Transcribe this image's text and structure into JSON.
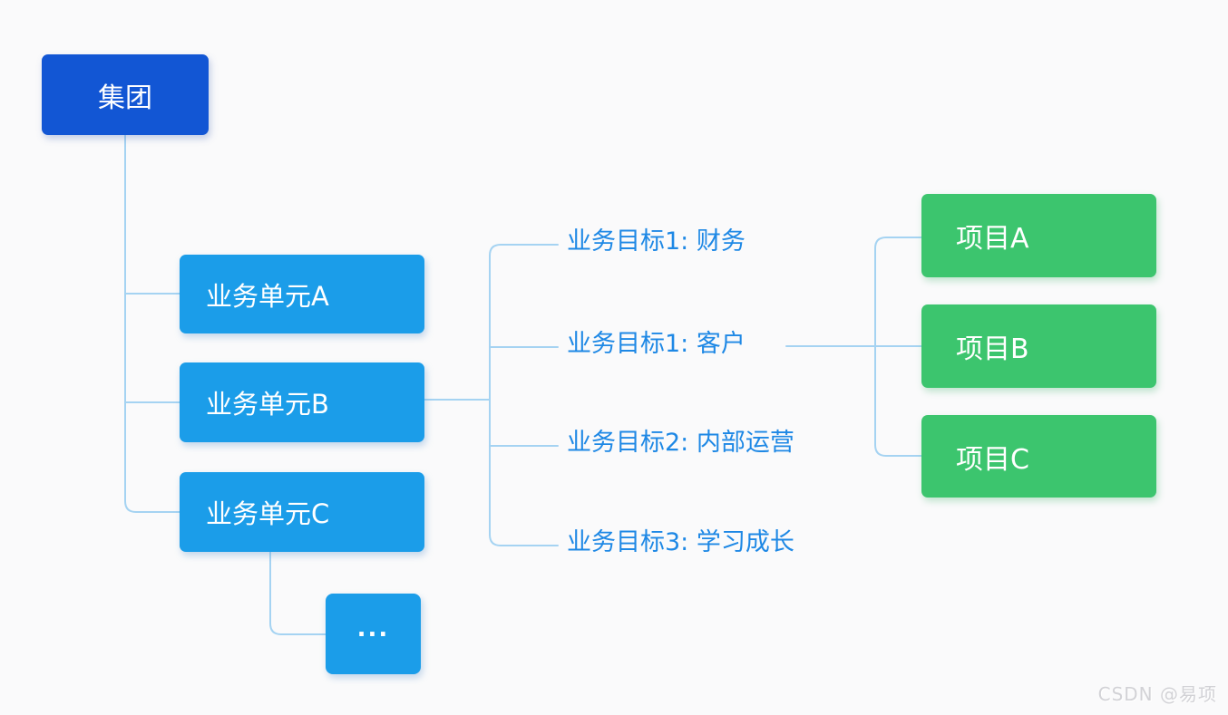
{
  "diagram": {
    "root": {
      "label": "集团"
    },
    "business_units": [
      {
        "label": "业务单元A"
      },
      {
        "label": "业务单元B"
      },
      {
        "label": "业务单元C"
      },
      {
        "label": "..."
      }
    ],
    "goals": [
      {
        "label": "业务目标1: 财务"
      },
      {
        "label": "业务目标1: 客户"
      },
      {
        "label": "业务目标2: 内部运营"
      },
      {
        "label": "业务目标3: 学习成长"
      }
    ],
    "projects": [
      {
        "label": "项目A"
      },
      {
        "label": "项目B"
      },
      {
        "label": "项目C"
      }
    ]
  },
  "watermark": {
    "text": "CSDN @易项"
  },
  "colors": {
    "background": "#fafafb",
    "root_blue": "#1256d4",
    "unit_blue": "#1b9de9",
    "project_green": "#3cc56e",
    "connector": "#a5d3f2",
    "goal_text": "#1e88e5",
    "node_text": "#ffffff",
    "watermark": "#d2d2d6"
  }
}
